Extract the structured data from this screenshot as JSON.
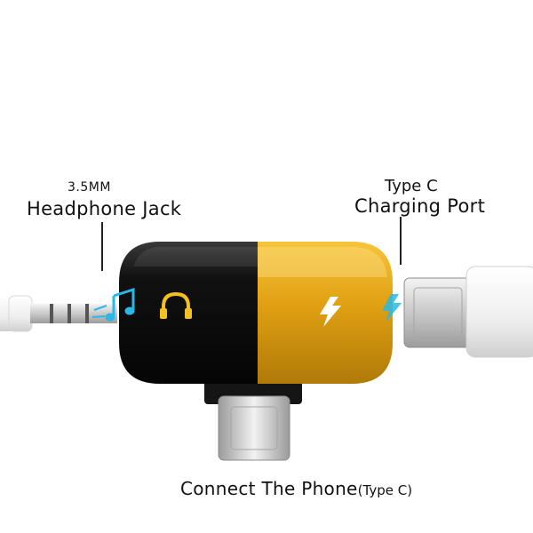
{
  "labels": {
    "headphone_size": "3.5MM",
    "headphone_jack": "Headphone Jack",
    "port_type": "Type C",
    "charging_port": "Charging Port",
    "connect_phone": "Connect The Phone",
    "connect_type": "(Type C)"
  },
  "icons": {
    "music": "music-note-icon",
    "headphone": "headphone-icon",
    "lightning": "lightning-bolt-icon"
  },
  "colors": {
    "body_black": "#111111",
    "body_gold": "#e6a81a",
    "icon_blue": "#29b8e8",
    "icon_yellow": "#f2c020"
  }
}
